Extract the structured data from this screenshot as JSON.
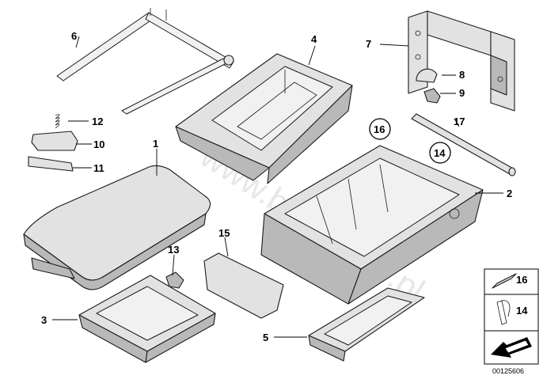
{
  "watermark": "www.bmwstore.pl",
  "doc_number": "00125606",
  "callouts": {
    "c1": "1",
    "c2": "2",
    "c3": "3",
    "c4": "4",
    "c5": "5",
    "c6": "6",
    "c7": "7",
    "c8": "8",
    "c9": "9",
    "c10": "10",
    "c11": "11",
    "c12": "12",
    "c13": "13",
    "c14": "14",
    "c15": "15",
    "c16": "16",
    "c17": "17"
  },
  "circled_refs": {
    "r14": "14",
    "r16": "16"
  },
  "legend": {
    "l16": "16",
    "l14": "14"
  }
}
